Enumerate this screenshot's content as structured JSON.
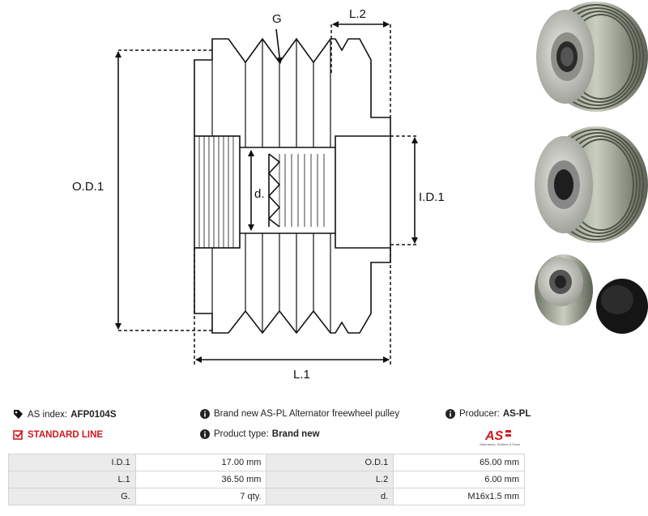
{
  "diagram": {
    "label_g": "G",
    "label_l2": "L.2",
    "label_od1": "O.D.1",
    "label_d": "d.",
    "label_id1": "I.D.1",
    "label_l1": "L.1"
  },
  "info": {
    "as_index_label": "AS index:",
    "as_index_value": "AFP0104S",
    "standard_line": "STANDARD LINE",
    "description": "Brand new AS-PL Alternator freewheel pulley",
    "product_type_label": "Product type:",
    "product_type_value": "Brand new",
    "producer_label": "Producer:",
    "producer_value": "AS-PL"
  },
  "logo": {
    "text": "AS",
    "tagline": "Alternators, Starters & Parts",
    "color": "#d0181e"
  },
  "specs": [
    {
      "label_a": "I.D.1",
      "value_a": "17.00 mm",
      "label_b": "O.D.1",
      "value_b": "65.00 mm"
    },
    {
      "label_a": "L.1",
      "value_a": "36.50 mm",
      "label_b": "L.2",
      "value_b": "6.00 mm"
    },
    {
      "label_a": "G.",
      "value_a": "7 qty.",
      "label_b": "d.",
      "value_b": "M16x1.5 mm"
    }
  ],
  "icons": {
    "as_index": "tag-icon",
    "standard_line": "checkbox-icon",
    "description": "info-icon",
    "product_type": "info-icon",
    "producer": "info-icon"
  }
}
